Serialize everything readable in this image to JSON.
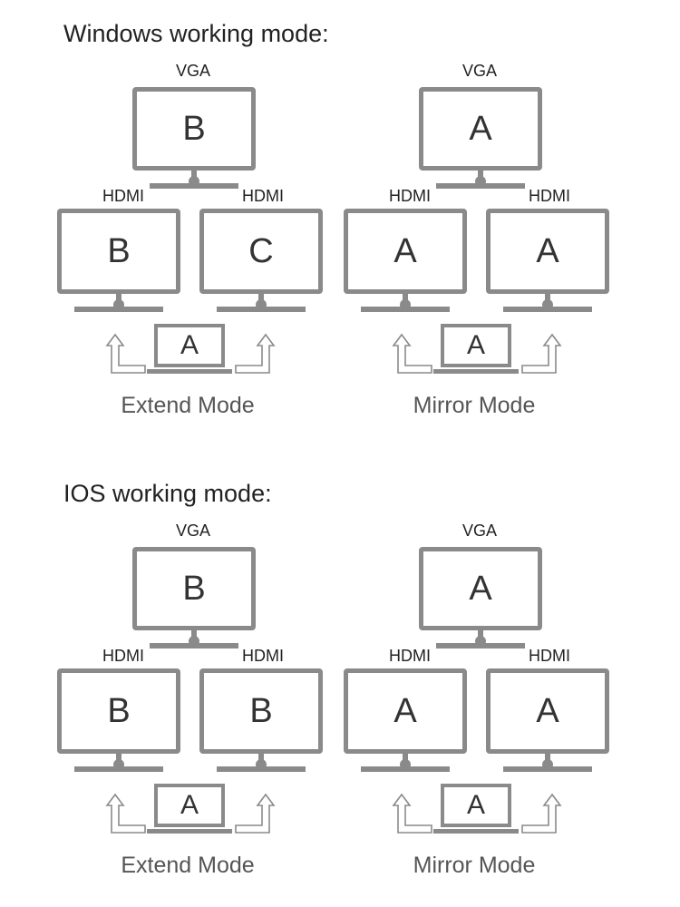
{
  "sections": [
    {
      "heading": "Windows working mode:",
      "diagrams": [
        {
          "vga_label": "VGA",
          "vga_screen": "B",
          "hdmi_left_label": "HDMI",
          "hdmi_left_screen": "B",
          "hdmi_right_label": "HDMI",
          "hdmi_right_screen": "C",
          "laptop_screen": "A",
          "mode_label": "Extend Mode"
        },
        {
          "vga_label": "VGA",
          "vga_screen": "A",
          "hdmi_left_label": "HDMI",
          "hdmi_left_screen": "A",
          "hdmi_right_label": "HDMI",
          "hdmi_right_screen": "A",
          "laptop_screen": "A",
          "mode_label": "Mirror Mode"
        }
      ]
    },
    {
      "heading": "IOS working mode:",
      "diagrams": [
        {
          "vga_label": "VGA",
          "vga_screen": "B",
          "hdmi_left_label": "HDMI",
          "hdmi_left_screen": "B",
          "hdmi_right_label": "HDMI",
          "hdmi_right_screen": "B",
          "laptop_screen": "A",
          "mode_label": "Extend Mode"
        },
        {
          "vga_label": "VGA",
          "vga_screen": "A",
          "hdmi_left_label": "HDMI",
          "hdmi_left_screen": "A",
          "hdmi_right_label": "HDMI",
          "hdmi_right_screen": "A",
          "laptop_screen": "A",
          "mode_label": "Mirror Mode"
        }
      ]
    }
  ],
  "colors": {
    "outline": "#8a8a8a",
    "text": "#333333",
    "mode_text": "#555555"
  }
}
